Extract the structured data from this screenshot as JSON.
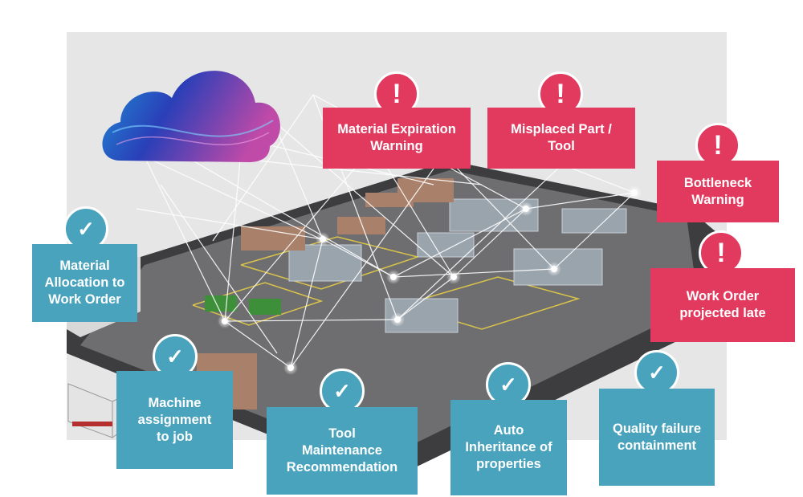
{
  "alerts": [
    {
      "text": "Material Expiration\nWarning",
      "icon": "!"
    },
    {
      "text": "Misplaced Part /\nTool",
      "icon": "!"
    },
    {
      "text": "Bottleneck\nWarning",
      "icon": "!"
    },
    {
      "text": "Work Order\nprojected late",
      "icon": "!"
    }
  ],
  "actions": [
    {
      "text": "Material\nAllocation to\nWork Order",
      "icon": "✓"
    },
    {
      "text": "Machine\nassignment\nto job",
      "icon": "✓"
    },
    {
      "text": "Tool\nMaintenance\nRecommendation",
      "icon": "✓"
    },
    {
      "text": "Auto\nInheritance of\nproperties",
      "icon": "✓"
    },
    {
      "text": "Quality failure\ncontainment",
      "icon": "✓"
    }
  ],
  "colors": {
    "alert": "#e23a5e",
    "action": "#4aa3bd",
    "cloud_start": "#2a3fb8",
    "cloud_end": "#c04aa8",
    "floor": "#6e6e70",
    "backdrop": "#e6e6e6"
  }
}
